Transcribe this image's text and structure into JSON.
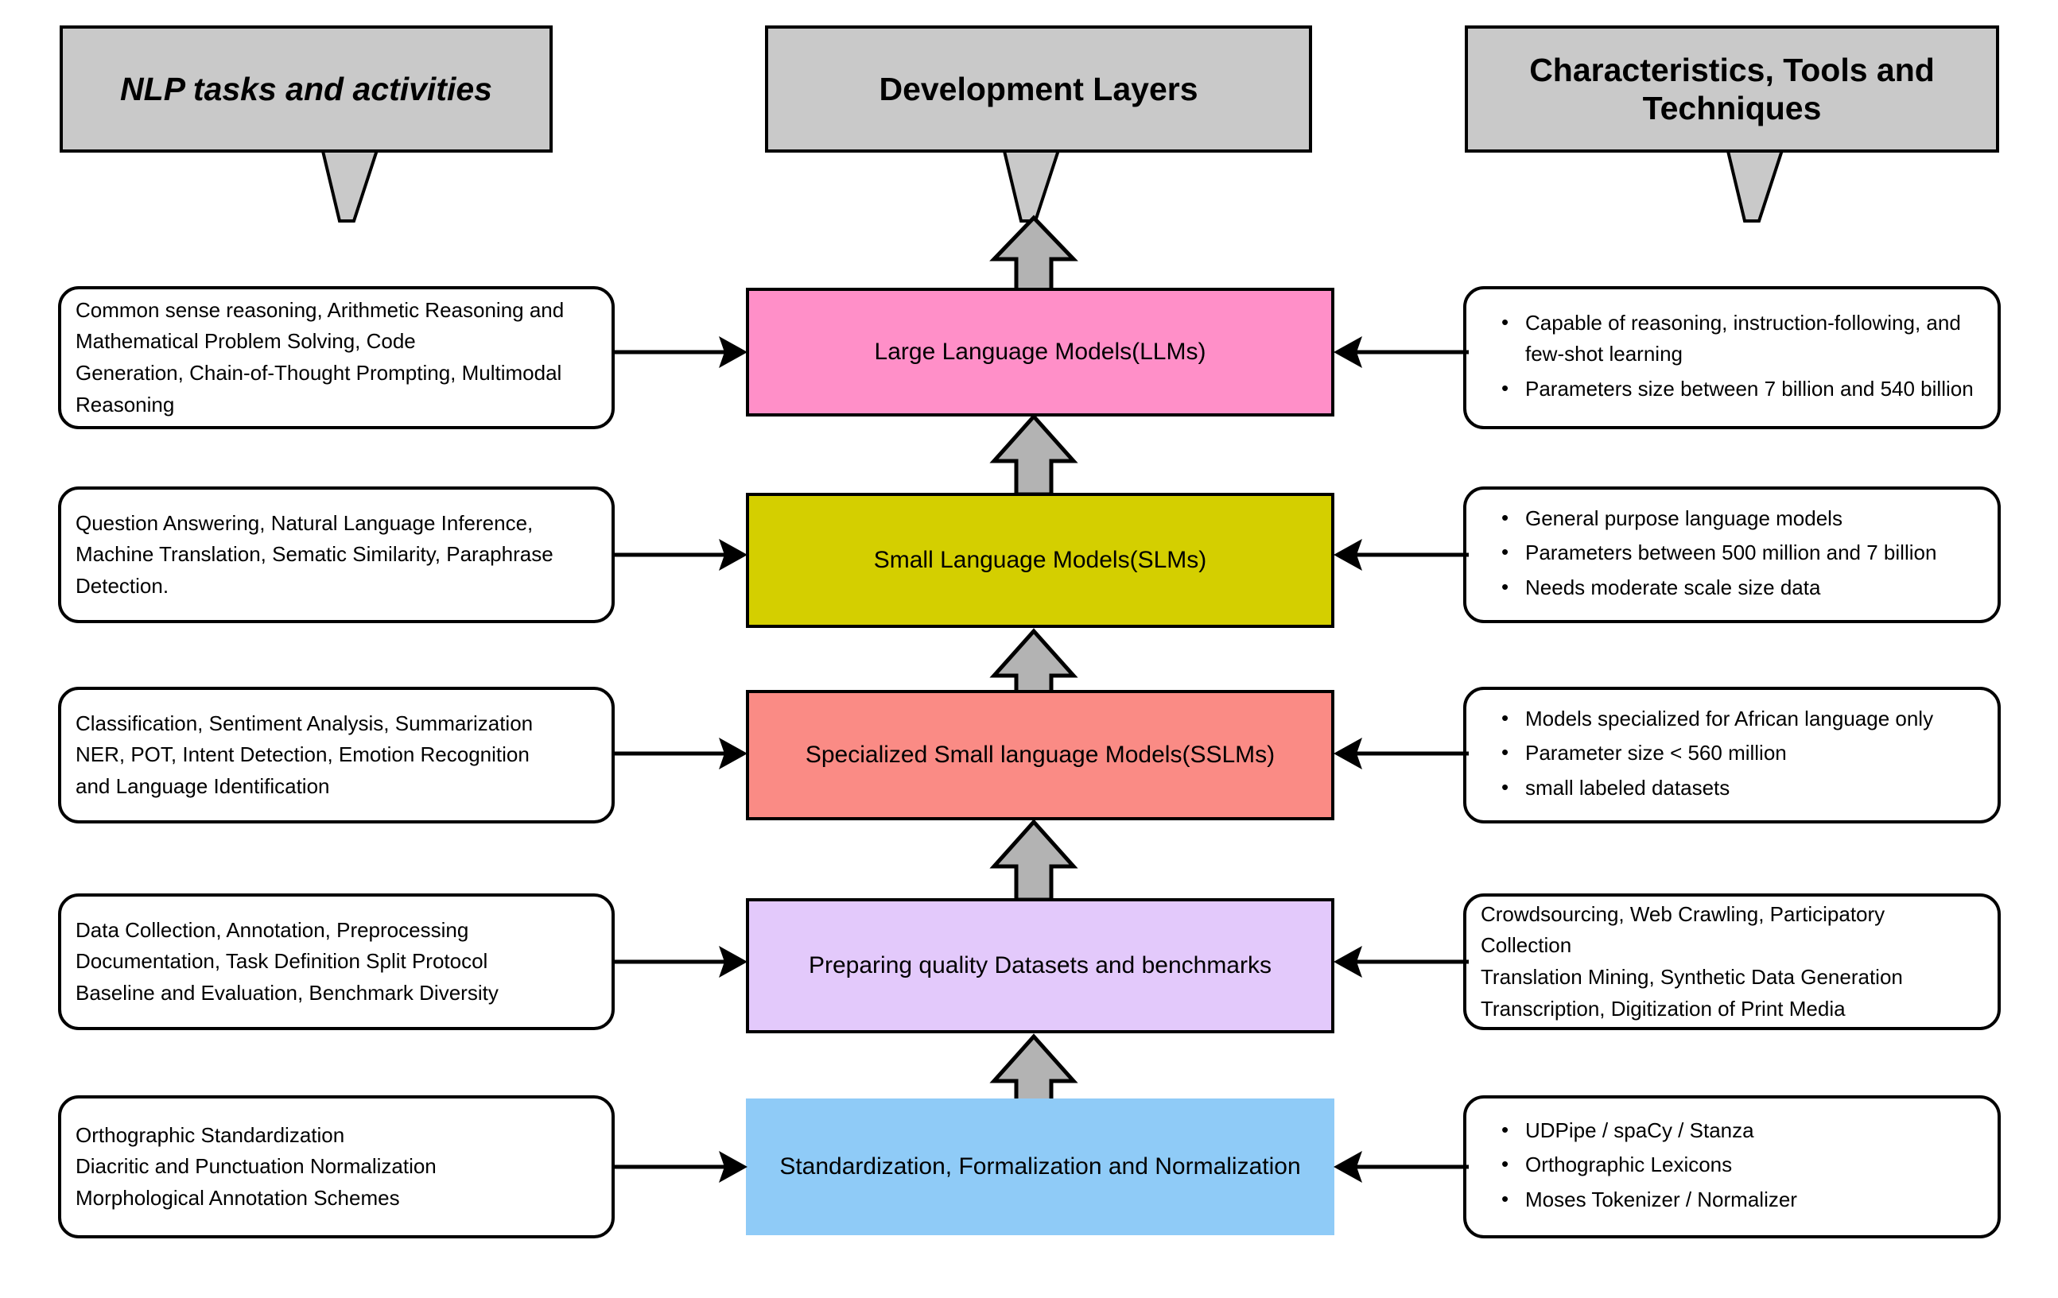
{
  "headers": {
    "left": {
      "title": "NLP tasks and activities"
    },
    "center": {
      "title": "Development Layers"
    },
    "right": {
      "title": "Characteristics, Tools and Techniques"
    }
  },
  "colors": {
    "header_fill": "#c9c9c9",
    "arrow_fill": "#b3b3b3",
    "llm": "#ff8fc8",
    "slm": "#d4cf00",
    "sslm": "#fa8b85",
    "datasets": "#e3c9fb",
    "standardization": "#8fcbf7",
    "stroke": "#000000",
    "box_fill": "#ffffff"
  },
  "layers": [
    {
      "id": "llm",
      "label": "Large Language Models(LLMs)",
      "fill": "#ff8fc8"
    },
    {
      "id": "slm",
      "label": "Small Language Models(SLMs)",
      "fill": "#d4cf00"
    },
    {
      "id": "sslm",
      "label": "Specialized Small language Models(SSLMs)",
      "fill": "#fa8b85"
    },
    {
      "id": "data",
      "label": "Preparing quality Datasets and benchmarks",
      "fill": "#e3c9fb"
    },
    {
      "id": "std",
      "label": "Standardization,  Formalization and Normalization",
      "fill": "#8fcbf7"
    }
  ],
  "left_boxes": [
    {
      "id": "tasks-llm",
      "type": "lines",
      "lines": [
        "Common sense reasoning, Arithmetic Reasoning and",
        "Mathematical Problem Solving, Code",
        "Generation, Chain-of-Thought Prompting, Multimodal",
        "Reasoning"
      ]
    },
    {
      "id": "tasks-slm",
      "type": "lines",
      "lines": [
        "Question Answering, Natural Language Inference,",
        "Machine Translation, Sematic Similarity, Paraphrase",
        "Detection."
      ]
    },
    {
      "id": "tasks-sslm",
      "type": "lines",
      "lines": [
        "Classification, Sentiment  Analysis, Summarization",
        "NER, POT, Intent Detection, Emotion Recognition",
        "and Language Identification"
      ]
    },
    {
      "id": "tasks-data",
      "type": "lines",
      "lines": [
        "Data Collection, Annotation, Preprocessing",
        "Documentation, Task Definition Split Protocol",
        "Baseline and Evaluation, Benchmark Diversity"
      ]
    },
    {
      "id": "tasks-std",
      "type": "lines",
      "lines": [
        "Orthographic Standardization",
        "Diacritic and Punctuation Normalization",
        "Morphological Annotation Schemes"
      ]
    }
  ],
  "right_boxes": [
    {
      "id": "char-llm",
      "type": "bullets",
      "lines": [
        "Capable of reasoning, instruction-following, and few-shot learning",
        "Parameters size between 7 billion and 540 billion"
      ]
    },
    {
      "id": "char-slm",
      "type": "bullets",
      "lines": [
        "General purpose language models",
        "Parameters between 500 million and 7 billion",
        "Needs moderate scale size data"
      ]
    },
    {
      "id": "char-sslm",
      "type": "bullets",
      "lines": [
        "Models specialized for African language only",
        "Parameter size < 560 million",
        "small labeled datasets"
      ]
    },
    {
      "id": "char-data",
      "type": "lines",
      "lines": [
        "Crowdsourcing, Web Crawling, Participatory",
        "Collection",
        "Translation Mining, Synthetic Data Generation",
        "Transcription, Digitization of Print Media"
      ]
    },
    {
      "id": "char-std",
      "type": "bullets",
      "lines": [
        "UDPipe / spaCy / Stanza",
        "Orthographic Lexicons",
        "Moses Tokenizer / Normalizer"
      ]
    }
  ],
  "flow": {
    "direction": "bottom-to-top",
    "description": "Five development layers stacked bottom to top, each feeding the one above via a gray block arrow; NLP tasks flow in from the left, characteristics/tools flow in from the right."
  }
}
